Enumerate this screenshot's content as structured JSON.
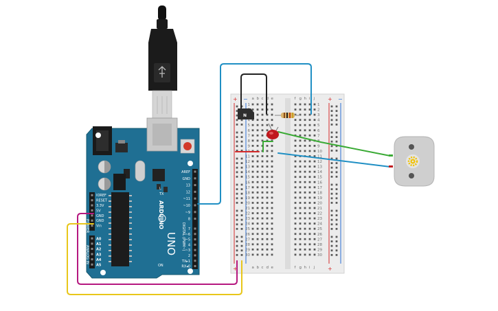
{
  "arduino": {
    "brand": "ARDUINO",
    "model": "UNO",
    "power_header_label": "POWER",
    "analog_header_label": "ANALOG IN",
    "digital_header_label": "DIGITAL (PWM~)",
    "tx_label": "TX",
    "rx_label": "RX",
    "l_label": "L",
    "on_label": "ON",
    "power_pins": [
      "IOREF",
      "RESET",
      "3.3V",
      "5V",
      "GND",
      "GND",
      "Vin"
    ],
    "analog_pins": [
      "A0",
      "A1",
      "A2",
      "A3",
      "A4",
      "A5"
    ],
    "digital_top": [
      "AREF",
      "GND",
      "13",
      "12",
      "~11",
      "~10",
      "~9",
      "8"
    ],
    "digital_bottom": [
      "7",
      "~6",
      "~5",
      "4",
      "~3",
      "2",
      "TX▸1",
      "RX◂0"
    ]
  },
  "breadboard": {
    "col_labels_left": [
      "a",
      "b",
      "c",
      "d",
      "e"
    ],
    "col_labels_right": [
      "f",
      "g",
      "h",
      "i",
      "j"
    ],
    "row_numbers": [
      "1",
      "2",
      "3",
      "4",
      "5",
      "6",
      "7",
      "8",
      "9",
      "10",
      "11",
      "12",
      "13",
      "14",
      "15",
      "16",
      "17",
      "18",
      "19",
      "20",
      "21",
      "22",
      "23",
      "24",
      "25",
      "26",
      "27",
      "28",
      "29",
      "30"
    ],
    "plus": "+",
    "minus": "−"
  },
  "transistor": {
    "label": "N"
  },
  "colors": {
    "board_blue": "#1f6f93",
    "wire_blue": "#1f8fc4",
    "wire_green": "#3aaa35",
    "wire_magenta": "#b5177f",
    "wire_yellow": "#e8c619",
    "wire_black": "#222222",
    "rail_red": "#d42a2a",
    "rail_blue": "#2b6fd6",
    "led_red": "#c0191e",
    "motor_body": "#cfcfcf",
    "gear": "#f2c200"
  }
}
